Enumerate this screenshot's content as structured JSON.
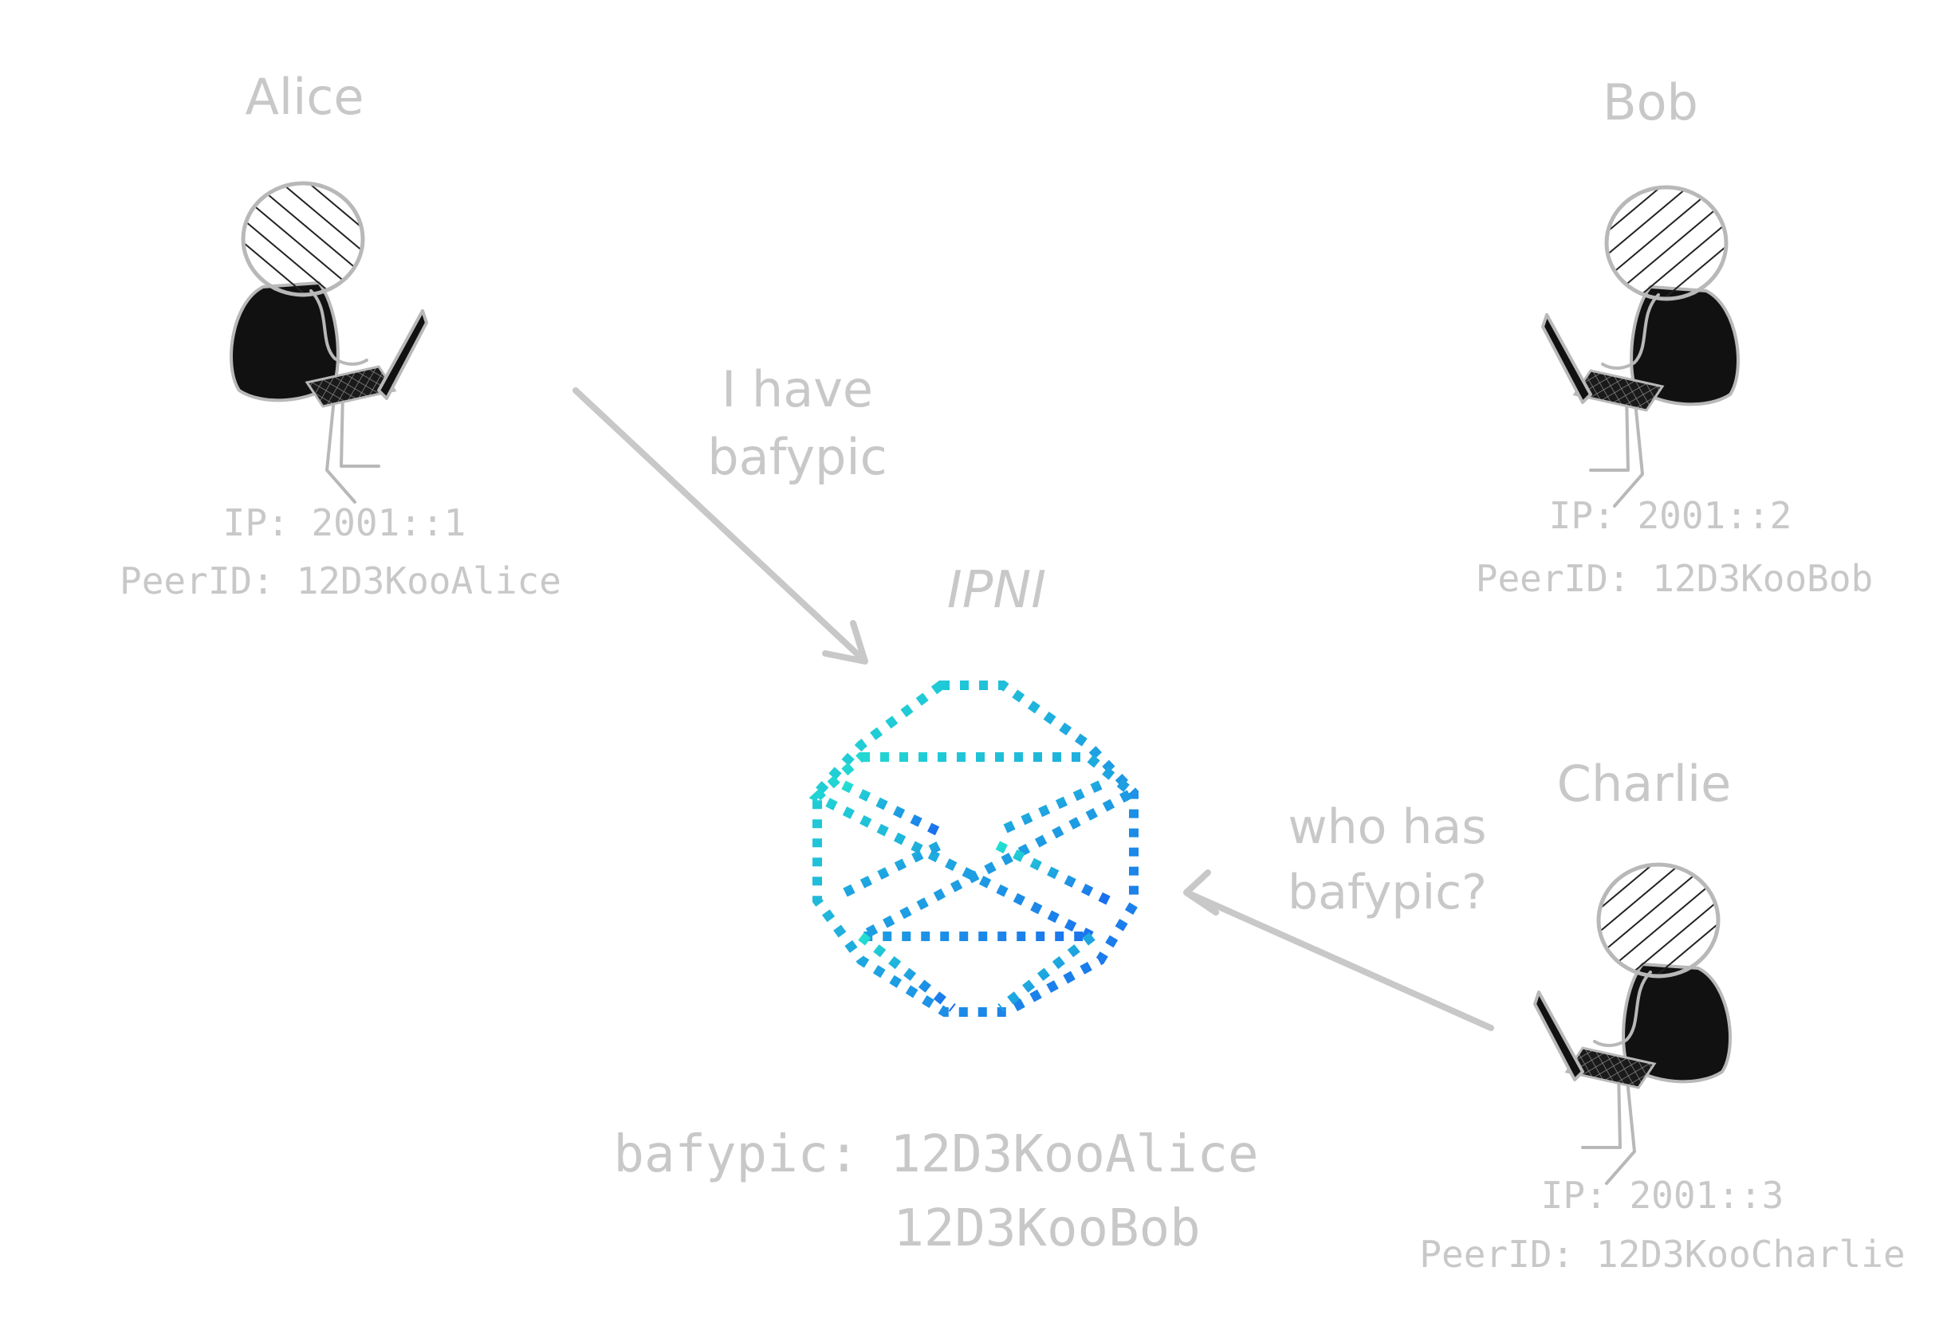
{
  "colors": {
    "label": "#c8c8c8",
    "figure_outline": "#b8b8b8",
    "figure_fill": "#111111",
    "ipni_gradient_start": "#22e0d0",
    "ipni_gradient_end": "#1a6cf0"
  },
  "peers": [
    {
      "name": "Alice",
      "ip": "IP: 2001::1",
      "peer_id": "PeerID: 12D3KooAlice",
      "icon": "person-with-laptop-icon"
    },
    {
      "name": "Bob",
      "ip": "IP: 2001::2",
      "peer_id": "PeerID: 12D3KooBob",
      "icon": "person-with-laptop-icon"
    },
    {
      "name": "Charlie",
      "ip": "IP: 2001::3",
      "peer_id": "PeerID: 12D3KooCharlie",
      "icon": "person-with-laptop-icon"
    }
  ],
  "ipni": {
    "title": "IPNI",
    "icon": "ipni-polyhedron-icon",
    "record_line1": "bafypic: 12D3KooAlice",
    "record_line2": "12D3KooBob"
  },
  "messages": {
    "announce_line1": "I have",
    "announce_line2": "bafypic",
    "query_line1": "who has",
    "query_line2": "bafypic?"
  }
}
